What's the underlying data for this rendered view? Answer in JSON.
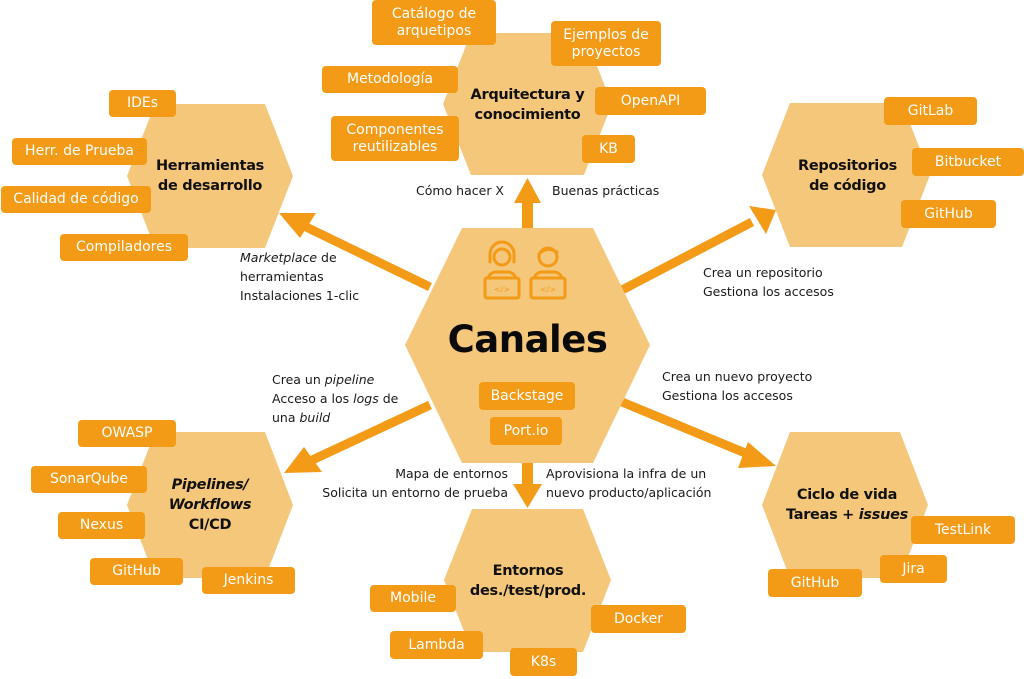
{
  "colors": {
    "accent": "#f39a17",
    "hex_fill": "#f5c77a",
    "arrow": "#f39a17",
    "text": "#111111",
    "background": "#ffffff"
  },
  "center": {
    "title": "Canales",
    "icon": "developers-with-laptops-icon",
    "tags": [
      "Backstage",
      "Port.io"
    ]
  },
  "nodes": {
    "arquitectura": {
      "title_line1": "Arquitectura y",
      "title_line2": "conocimiento",
      "tags": [
        "Catálogo de arquetipos",
        "Ejemplos de proyectos",
        "Metodología",
        "OpenAPI",
        "Componentes reutilizables",
        "KB"
      ],
      "note_left": "Cómo hacer X",
      "note_right": "Buenas prácticas"
    },
    "herramientas": {
      "title_line1": "Herramientas",
      "title_line2": "de desarrollo",
      "tags": [
        "IDEs",
        "Herr. de Prueba",
        "Calidad de código",
        "Compiladores"
      ],
      "note_line1_italic": "Marketplace",
      "note_line1_rest": " de",
      "note_line2": "herramientas",
      "note_line3": "Instalaciones 1-clic"
    },
    "repositorios": {
      "title_line1": "Repositorios",
      "title_line2": "de código",
      "tags": [
        "GitLab",
        "Bitbucket",
        "GitHub"
      ],
      "note_line1": "Crea un repositorio",
      "note_line2": "Gestiona los accesos"
    },
    "pipelines": {
      "title_line1": "Pipelines/",
      "title_line2": "Workflows",
      "title_line3": "CI/CD",
      "tags": [
        "OWASP",
        "SonarQube",
        "Nexus",
        "GitHub",
        "Jenkins"
      ],
      "note_line1_prefix": "Crea un ",
      "note_line1_italic": "pipeline",
      "note_line2_prefix": "Acceso a los ",
      "note_line2_italic": "logs",
      "note_line2_suffix": " de",
      "note_line3_prefix": "una ",
      "note_line3_italic": "build"
    },
    "ciclo": {
      "title_line1": "Ciclo de vida",
      "title_line2_prefix": "Tareas + ",
      "title_line2_italic": "issues",
      "tags": [
        "TestLink",
        "Jira",
        "GitHub"
      ],
      "note_line1": "Crea un nuevo proyecto",
      "note_line2": "Gestiona los accesos"
    },
    "entornos": {
      "title_line1": "Entornos",
      "title_line2": "des./test/prod.",
      "tags": [
        "Mobile",
        "Docker",
        "Lambda",
        "K8s"
      ],
      "note_left_line1": "Mapa de entornos",
      "note_left_line2": "Solicita un entorno de prueba",
      "note_right_line1": "Aprovisiona la infra de un",
      "note_right_line2": "nuevo producto/aplicación"
    }
  }
}
